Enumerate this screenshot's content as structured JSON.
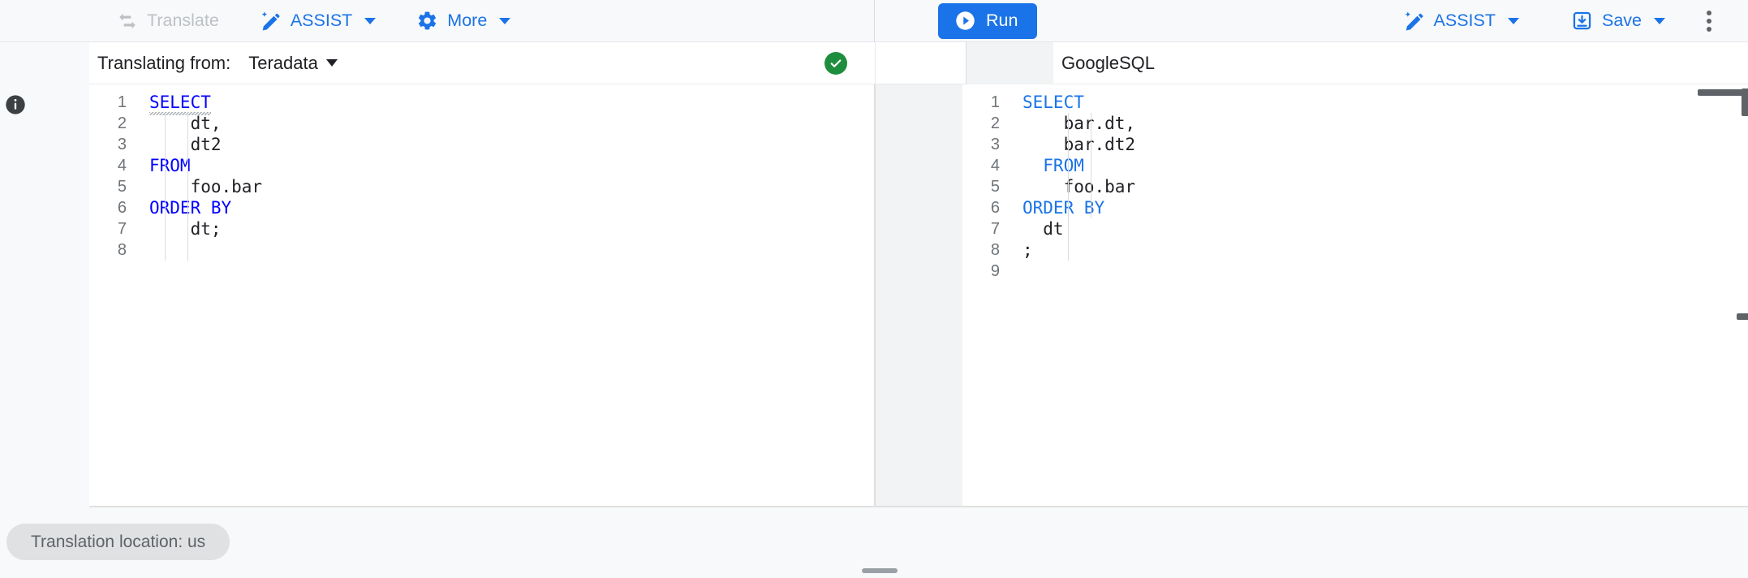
{
  "toolbar": {
    "left": {
      "translate_label": "Translate",
      "translate_icon": "swap-horizontal-icon",
      "assist_label": "ASSIST",
      "assist_icon": "magic-pencil-icon",
      "more_label": "More",
      "more_icon": "gear-icon"
    },
    "right": {
      "run_label": "Run",
      "run_icon": "play-circle-icon",
      "assist_label": "ASSIST",
      "assist_icon": "magic-pencil-icon",
      "save_label": "Save",
      "save_icon": "save-download-icon",
      "overflow_icon": "kebab-menu-icon"
    }
  },
  "dialect_bar": {
    "translating_from_label": "Translating from:",
    "source_dialect": "Teradata",
    "status_icon": "check-circle-icon",
    "status_color": "#1e8e3e",
    "target_dialect": "GoogleSQL"
  },
  "source_editor": {
    "info_icon": "info-icon",
    "keyword_color": "#0000ff",
    "lines": [
      {
        "n": "1",
        "text": "SELECT",
        "kind": "kw",
        "squiggle": true
      },
      {
        "n": "2",
        "text": "    dt,",
        "kind": "plain",
        "squiggle": false
      },
      {
        "n": "3",
        "text": "    dt2",
        "kind": "plain",
        "squiggle": false
      },
      {
        "n": "4",
        "text": "FROM",
        "kind": "kw",
        "squiggle": false
      },
      {
        "n": "5",
        "text": "    foo.bar",
        "kind": "plain",
        "squiggle": false
      },
      {
        "n": "6",
        "text": "ORDER BY",
        "kind": "kw",
        "squiggle": false
      },
      {
        "n": "7",
        "text": "    dt;",
        "kind": "plain",
        "squiggle": false
      },
      {
        "n": "8",
        "text": "",
        "kind": "plain",
        "squiggle": false
      }
    ]
  },
  "target_editor": {
    "keyword_color": "#1a73e8",
    "fab_icon": "magic-pencil-icon",
    "lines": [
      {
        "n": "1",
        "text": "SELECT",
        "kind": "kw"
      },
      {
        "n": "2",
        "text": "    bar.dt,",
        "kind": "plain"
      },
      {
        "n": "3",
        "text": "    bar.dt2",
        "kind": "plain"
      },
      {
        "n": "4",
        "text": "  FROM",
        "kind": "kw"
      },
      {
        "n": "5",
        "text": "    foo.bar",
        "kind": "plain"
      },
      {
        "n": "6",
        "text": "ORDER BY",
        "kind": "kw"
      },
      {
        "n": "7",
        "text": "  dt",
        "kind": "plain"
      },
      {
        "n": "8",
        "text": ";",
        "kind": "plain"
      },
      {
        "n": "9",
        "text": "",
        "kind": "plain"
      }
    ]
  },
  "status_bar": {
    "location_chip": "Translation location: us"
  }
}
